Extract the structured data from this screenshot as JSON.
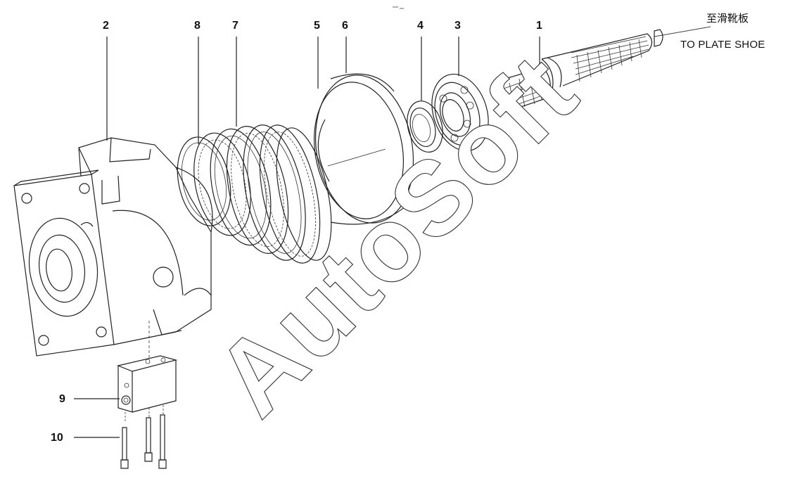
{
  "destination": {
    "label_cn": "至滑靴板",
    "label_en": "TO PLATE SHOE"
  },
  "watermark": "AutoSoft",
  "callouts": [
    {
      "id": "1",
      "part": "shaft"
    },
    {
      "id": "2",
      "part": "motor-housing"
    },
    {
      "id": "3",
      "part": "bearing"
    },
    {
      "id": "4",
      "part": "seal-ring"
    },
    {
      "id": "5",
      "part": "cover-plate"
    },
    {
      "id": "6",
      "part": "cover-plate-rim"
    },
    {
      "id": "7",
      "part": "friction-disc-stack"
    },
    {
      "id": "8",
      "part": "separator-disc-stack"
    },
    {
      "id": "9",
      "part": "valve-block"
    },
    {
      "id": "10",
      "part": "mounting-bolt"
    }
  ]
}
